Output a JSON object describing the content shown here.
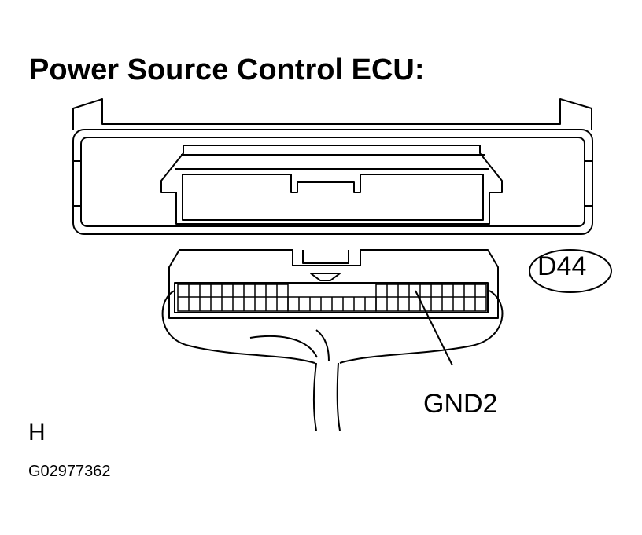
{
  "diagram": {
    "title": "Power Source Control ECU:",
    "connector_code": "D44",
    "pin_label": "GND2",
    "view_letter": "H",
    "figure_code": "G02977362",
    "colors": {
      "line": "#000000",
      "background": "#ffffff"
    }
  }
}
